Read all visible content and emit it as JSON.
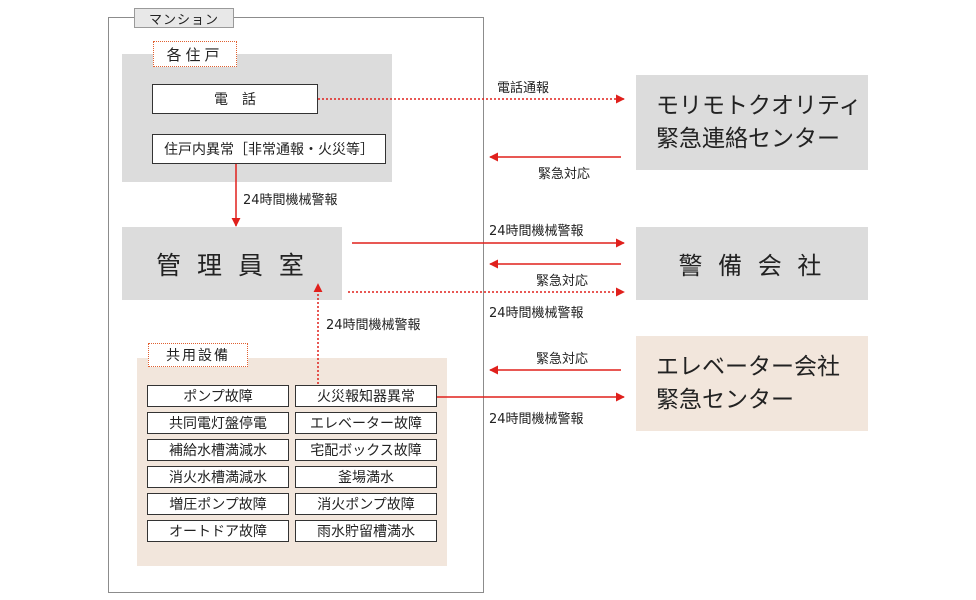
{
  "mansion": {
    "label": "マンション"
  },
  "units": {
    "label": "各住戸",
    "phone": "電　話",
    "abnormal": "住戸内異常［非常通報・火災等］"
  },
  "manager_room": {
    "label": "管 理 員 室"
  },
  "common": {
    "label": "共用設備",
    "left": [
      "ポンプ故障",
      "共同電灯盤停電",
      "補給水槽満減水",
      "消火水槽満減水",
      "増圧ポンプ故障",
      "オートドア故障"
    ],
    "right": [
      "火災報知器異常",
      "エレベーター故障",
      "宅配ボックス故障",
      "釜場満水",
      "消火ポンプ故障",
      "雨水貯留槽満水"
    ]
  },
  "mori": {
    "line1": "モリモトクオリティ",
    "line2": "緊急連絡センター"
  },
  "security": {
    "label": "警 備 会 社"
  },
  "elevator": {
    "line1": "エレベーター会社",
    "line2": "緊急センター"
  },
  "labels": {
    "phone_report": "電話通報",
    "emergency_response": "緊急対応",
    "alarm_24h": "24時間機械警報"
  },
  "colors": {
    "arrow": "#e0201c",
    "gray_box": "#dcdcdc",
    "pink_box": "#f2e6dc"
  }
}
